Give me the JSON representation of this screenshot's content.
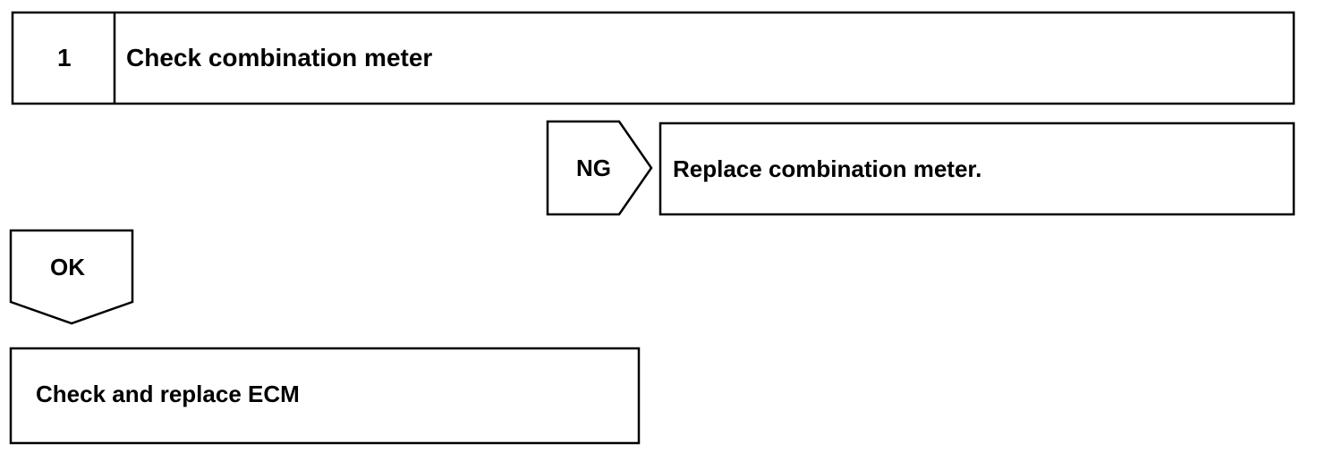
{
  "step": {
    "number": "1",
    "title": "Check combination meter"
  },
  "ng_branch": {
    "tag": "NG",
    "action": "Replace combination meter."
  },
  "ok_branch": {
    "tag": "OK",
    "action": "Check and replace ECM"
  }
}
